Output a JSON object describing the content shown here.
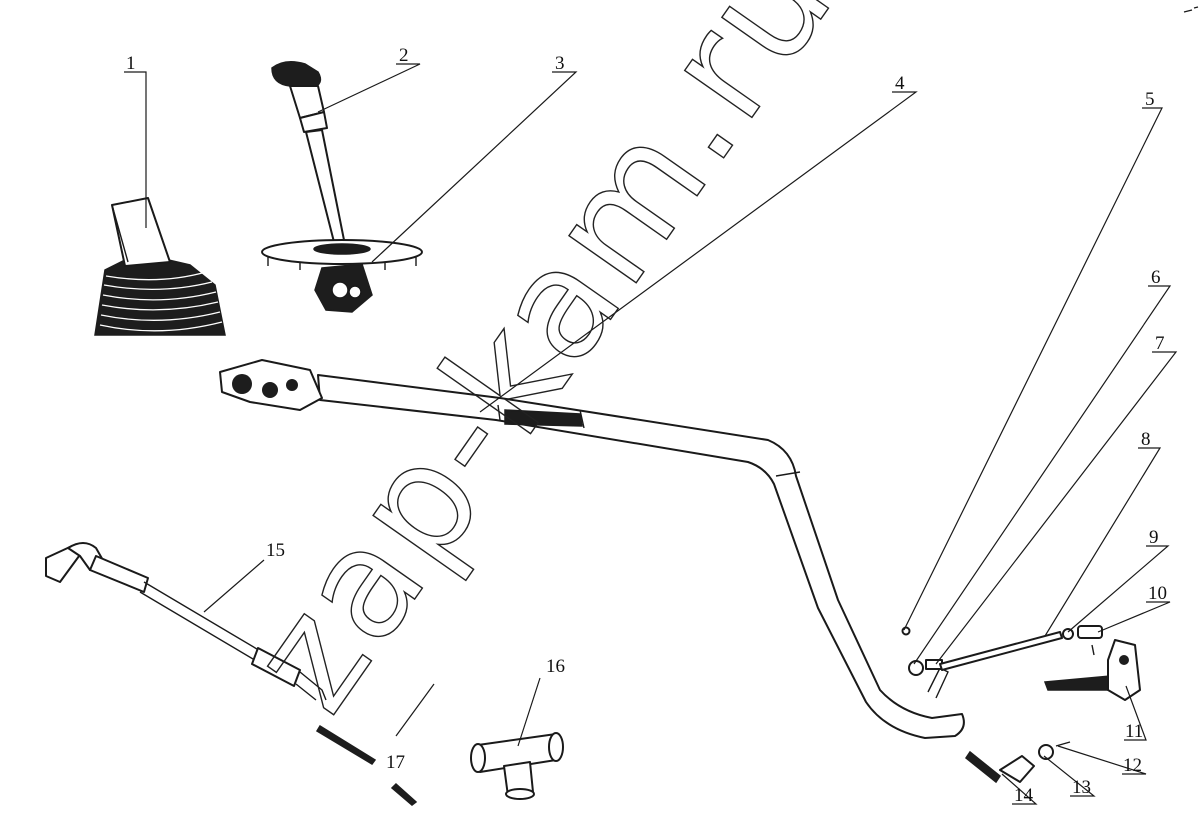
{
  "diagram": {
    "watermark": "zap-kam.ru",
    "callouts": [
      {
        "id": "1",
        "label": "1"
      },
      {
        "id": "2",
        "label": "2"
      },
      {
        "id": "3",
        "label": "3"
      },
      {
        "id": "4",
        "label": "4"
      },
      {
        "id": "5",
        "label": "5"
      },
      {
        "id": "6",
        "label": "6"
      },
      {
        "id": "7",
        "label": "7"
      },
      {
        "id": "8",
        "label": "8"
      },
      {
        "id": "9",
        "label": "9"
      },
      {
        "id": "10",
        "label": "10"
      },
      {
        "id": "11",
        "label": "11"
      },
      {
        "id": "12",
        "label": "12"
      },
      {
        "id": "13",
        "label": "13"
      },
      {
        "id": "14",
        "label": "14"
      },
      {
        "id": "15",
        "label": "15"
      },
      {
        "id": "16",
        "label": "16"
      },
      {
        "id": "17",
        "label": "17"
      }
    ]
  }
}
